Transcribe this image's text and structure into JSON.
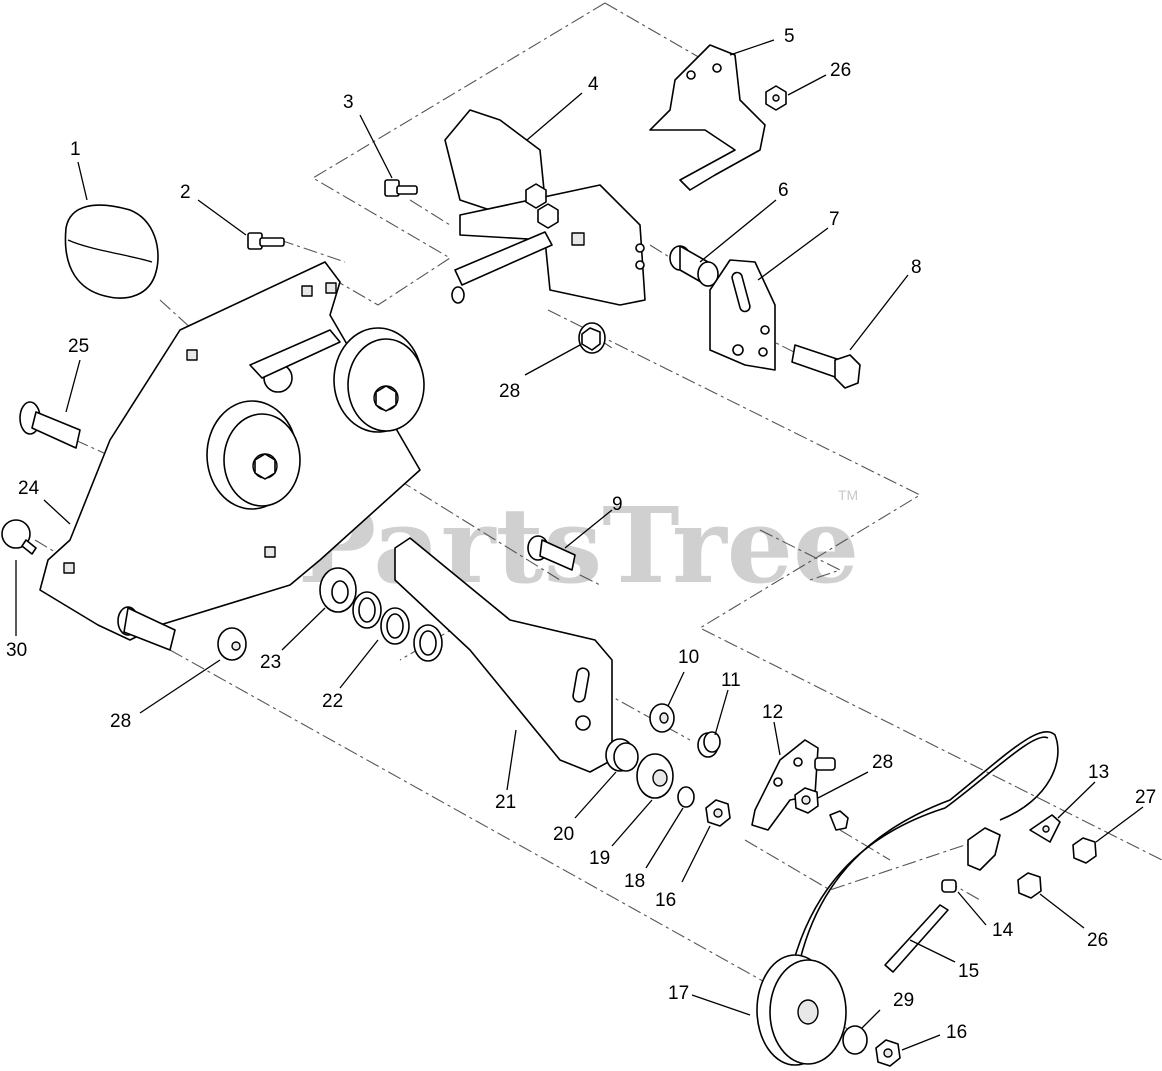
{
  "watermark": {
    "text": "PartsTree",
    "trademark": "TM"
  },
  "callouts": [
    {
      "id": "c1",
      "label": "1"
    },
    {
      "id": "c2",
      "label": "2"
    },
    {
      "id": "c3",
      "label": "3"
    },
    {
      "id": "c4",
      "label": "4"
    },
    {
      "id": "c5",
      "label": "5"
    },
    {
      "id": "c26a",
      "label": "26"
    },
    {
      "id": "c6",
      "label": "6"
    },
    {
      "id": "c7",
      "label": "7"
    },
    {
      "id": "c8",
      "label": "8"
    },
    {
      "id": "c25",
      "label": "25"
    },
    {
      "id": "c28a",
      "label": "28"
    },
    {
      "id": "c24",
      "label": "24"
    },
    {
      "id": "c9",
      "label": "9"
    },
    {
      "id": "c30",
      "label": "30"
    },
    {
      "id": "c23",
      "label": "23"
    },
    {
      "id": "c22",
      "label": "22"
    },
    {
      "id": "c28b",
      "label": "28"
    },
    {
      "id": "c10",
      "label": "10"
    },
    {
      "id": "c11",
      "label": "11"
    },
    {
      "id": "c12",
      "label": "12"
    },
    {
      "id": "c28c",
      "label": "28"
    },
    {
      "id": "c13",
      "label": "13"
    },
    {
      "id": "c27",
      "label": "27"
    },
    {
      "id": "c21",
      "label": "21"
    },
    {
      "id": "c20",
      "label": "20"
    },
    {
      "id": "c19",
      "label": "19"
    },
    {
      "id": "c18",
      "label": "18"
    },
    {
      "id": "c16a",
      "label": "16"
    },
    {
      "id": "c14",
      "label": "14"
    },
    {
      "id": "c26b",
      "label": "26"
    },
    {
      "id": "c15",
      "label": "15"
    },
    {
      "id": "c17",
      "label": "17"
    },
    {
      "id": "c29",
      "label": "29"
    },
    {
      "id": "c16b",
      "label": "16"
    }
  ]
}
